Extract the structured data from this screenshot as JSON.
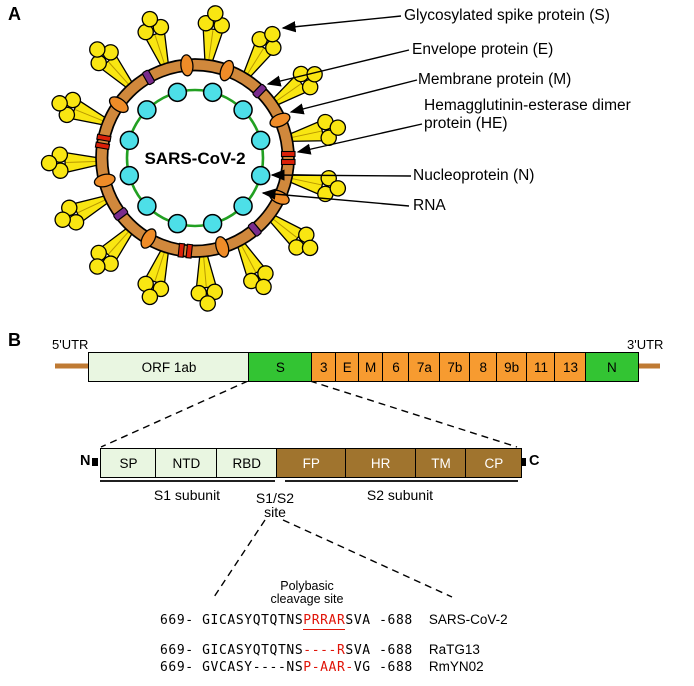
{
  "colors": {
    "spike_yellow": "#f9e612",
    "membrane_tan": "#d0883c",
    "orange_protein": "#ef8c28",
    "purple_protein": "#7a2c8c",
    "red_protein": "#dd2008",
    "nucleo_cyan": "#4ddfe8",
    "rna_green": "#22a022",
    "genome_orange": "#f79b30",
    "genome_green": "#33c433",
    "genome_pale": "#e9f6e1",
    "s2_brown": "#a0742e",
    "seq_red": "#e01408",
    "utr_line": "#bf7a33"
  },
  "panelA": {
    "label": "A",
    "virus_label": "SARS-CoV-2",
    "legend": [
      {
        "id": "spike",
        "label": "Glycosylated spike protein (S)"
      },
      {
        "id": "envelope",
        "label": "Envelope protein (E)"
      },
      {
        "id": "membrane",
        "label": "Membrane protein (M)"
      },
      {
        "id": "he",
        "label": "Hemagglutinin-esterase dimer protein (HE)"
      },
      {
        "id": "nucleoprotein",
        "label": "Nucleoprotein (N)"
      },
      {
        "id": "rna",
        "label": "RNA"
      }
    ]
  },
  "panelB": {
    "label": "B",
    "utr5": "5'UTR",
    "utr3": "3'UTR",
    "genome": [
      {
        "label": "ORF 1ab",
        "w": 160,
        "fill": "pale"
      },
      {
        "label": "S",
        "w": 62,
        "fill": "green"
      },
      {
        "label": "3",
        "w": 24,
        "fill": "orange"
      },
      {
        "label": "E",
        "w": 22,
        "fill": "orange"
      },
      {
        "label": "M",
        "w": 24,
        "fill": "orange"
      },
      {
        "label": "6",
        "w": 26,
        "fill": "orange"
      },
      {
        "label": "7a",
        "w": 30,
        "fill": "orange"
      },
      {
        "label": "7b",
        "w": 30,
        "fill": "orange"
      },
      {
        "label": "8",
        "w": 26,
        "fill": "orange"
      },
      {
        "label": "9b",
        "w": 30,
        "fill": "orange"
      },
      {
        "label": "11",
        "w": 28,
        "fill": "orange"
      },
      {
        "label": "13",
        "w": 30,
        "fill": "orange"
      },
      {
        "label": "N",
        "w": 52,
        "fill": "green"
      }
    ],
    "n_term": "N",
    "c_term": "C",
    "s_domains": [
      {
        "label": "SP",
        "w": 55,
        "fill": "pale"
      },
      {
        "label": "NTD",
        "w": 60,
        "fill": "pale"
      },
      {
        "label": "RBD",
        "w": 60,
        "fill": "pale"
      },
      {
        "label": "FP",
        "w": 68,
        "fill": "brown"
      },
      {
        "label": "HR",
        "w": 70,
        "fill": "brown"
      },
      {
        "label": "TM",
        "w": 50,
        "fill": "brown"
      },
      {
        "label": "CP",
        "w": 55,
        "fill": "brown"
      }
    ],
    "s1_label": "S1 subunit",
    "s1s2_label_1": "S1/S2",
    "s1s2_label_2": "site",
    "s2_label": "S2 subunit",
    "cleavage_label_1": "Polybasic",
    "cleavage_label_2": "cleavage site",
    "alignment": [
      {
        "name": "SARS-CoV-2",
        "segments": [
          {
            "t": "669- GICASYQTQTNS",
            "red": false,
            "underline": false
          },
          {
            "t": "PRRAR",
            "red": true,
            "underline": true
          },
          {
            "t": "SVA -688",
            "red": false,
            "underline": false
          }
        ]
      },
      {
        "name": "RaTG13",
        "segments": [
          {
            "t": "669- GICASYQTQTNS",
            "red": false,
            "underline": false
          },
          {
            "t": "----R",
            "red": true,
            "underline": false
          },
          {
            "t": "SVA -688",
            "red": false,
            "underline": false
          }
        ]
      },
      {
        "name": "RmYN02",
        "segments": [
          {
            "t": "669- GVCASY----NS",
            "red": false,
            "underline": false
          },
          {
            "t": "P-AAR-",
            "red": true,
            "underline": false
          },
          {
            "t": "VG -688",
            "red": false,
            "underline": false
          }
        ]
      }
    ]
  }
}
